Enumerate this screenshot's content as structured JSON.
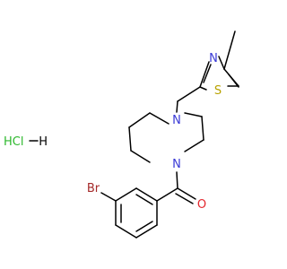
{
  "atoms": {
    "N": {
      "text": "N",
      "color": "#3a3ad6"
    },
    "S": {
      "text": "S",
      "color": "#b8a200"
    },
    "O": {
      "text": "O",
      "color": "#e3242b"
    },
    "Br": {
      "text": "Br",
      "color": "#a52a2a"
    },
    "HCl": {
      "text": "HCl",
      "color": "#2db82d"
    },
    "H": {
      "text": "H",
      "color": "#000000"
    }
  }
}
